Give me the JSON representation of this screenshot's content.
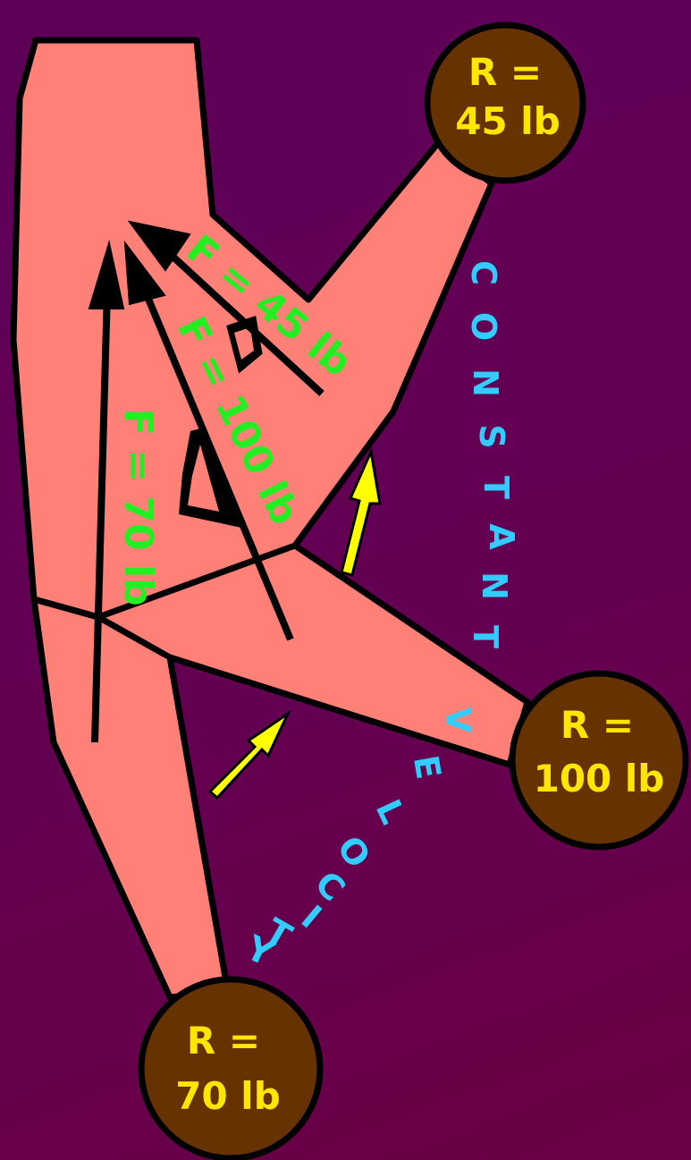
{
  "weights": {
    "top": {
      "line1": "R =",
      "line2": "45 lb"
    },
    "middle": {
      "line1": "R =",
      "line2": "100 lb"
    },
    "bottom": {
      "line1": "R =",
      "line2": "70 lb"
    }
  },
  "forces": {
    "f45": "F = 45 lb",
    "f100": "F = 100 lb",
    "f70": "F = 70 lb"
  },
  "velocity_label": {
    "word1": [
      "C",
      "O",
      "N",
      "S",
      "T",
      "A",
      "N",
      "T"
    ],
    "word2": [
      "V",
      "E",
      "L",
      "O",
      "C",
      "I",
      "T",
      "Y"
    ]
  },
  "colors": {
    "background": "#600055",
    "limb": "#ff8077",
    "weight": "#663300",
    "weight_text": "#ffe600",
    "force_text": "#22ee22",
    "velocity_text": "#33ccff",
    "motion_arrow": "#ffff00",
    "outline": "#000000"
  }
}
